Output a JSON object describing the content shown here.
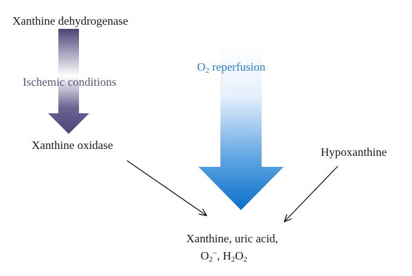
{
  "diagram": {
    "nodes": {
      "xanthine_dehydrogenase": "Xanthine dehydrogenase",
      "xanthine_oxidase": "Xanthine oxidase",
      "hypoxanthine": "Hypoxanthine",
      "products_line1": "Xanthine, uric acid,",
      "products_o2_radical": {
        "base": "O",
        "sub": "2",
        "sup": "−"
      },
      "products_sep": ", ",
      "products_h2o2": {
        "h": "H",
        "h_sub": "2",
        "o": "O",
        "o_sub": "2"
      }
    },
    "edges": {
      "ischemic_conditions": "Ischemic conditions",
      "reperfusion": {
        "base": "O",
        "sub": "2",
        "rest": " reperfusion"
      }
    },
    "colors": {
      "ischemic_arrow": "#4b4479",
      "ischemic_arrow_highlight": "#ffffff",
      "ischemic_label": "#5a5378",
      "reperfusion_arrow_bottom": "#0a6fc8",
      "reperfusion_arrow_top": "#ffffff",
      "reperfusion_label": "#2b7cc9",
      "thin_arrows": "#000000"
    }
  }
}
